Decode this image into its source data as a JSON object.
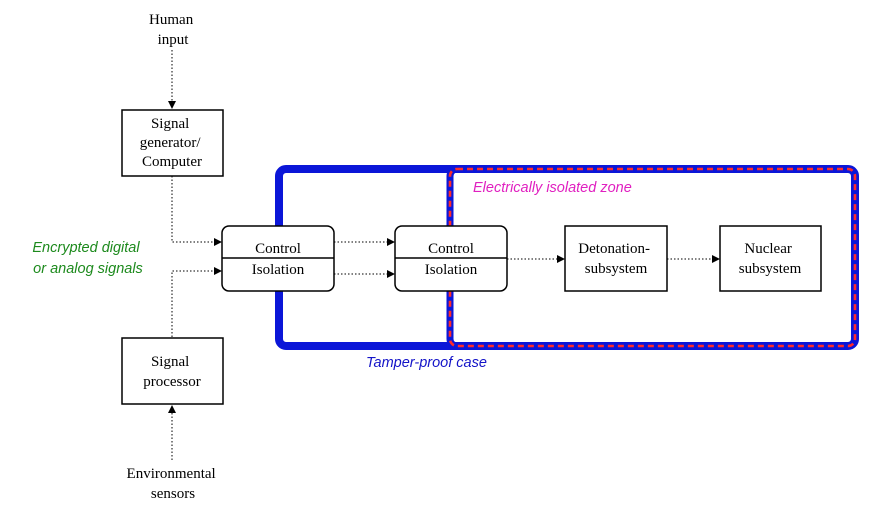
{
  "colors": {
    "tamper_case": "#0b16d8",
    "isolated_zone_dash": "#ff2a2a",
    "isolated_zone_label": "#e020c0",
    "signals_label": "#1d8a1d",
    "tamper_label": "#1414c8"
  },
  "inputs": {
    "human": [
      "Human",
      "input"
    ],
    "environment": [
      "Environmental",
      "sensors"
    ]
  },
  "boxes": {
    "signal_generator": [
      "Signal",
      "generator/",
      "Computer"
    ],
    "signal_processor": [
      "Signal",
      "processor"
    ],
    "control_isolation_outer": {
      "top": "Control",
      "bottom": "Isolation"
    },
    "control_isolation_inner": {
      "top": "Control",
      "bottom": "Isolation"
    },
    "detonation": [
      "Detonation-",
      "subsystem"
    ],
    "nuclear": [
      "Nuclear",
      "subsystem"
    ]
  },
  "labels": {
    "signals": [
      "Encrypted digital",
      "or analog signals"
    ],
    "isolated_zone": "Electrically isolated zone",
    "tamper_case": "Tamper-proof case"
  }
}
